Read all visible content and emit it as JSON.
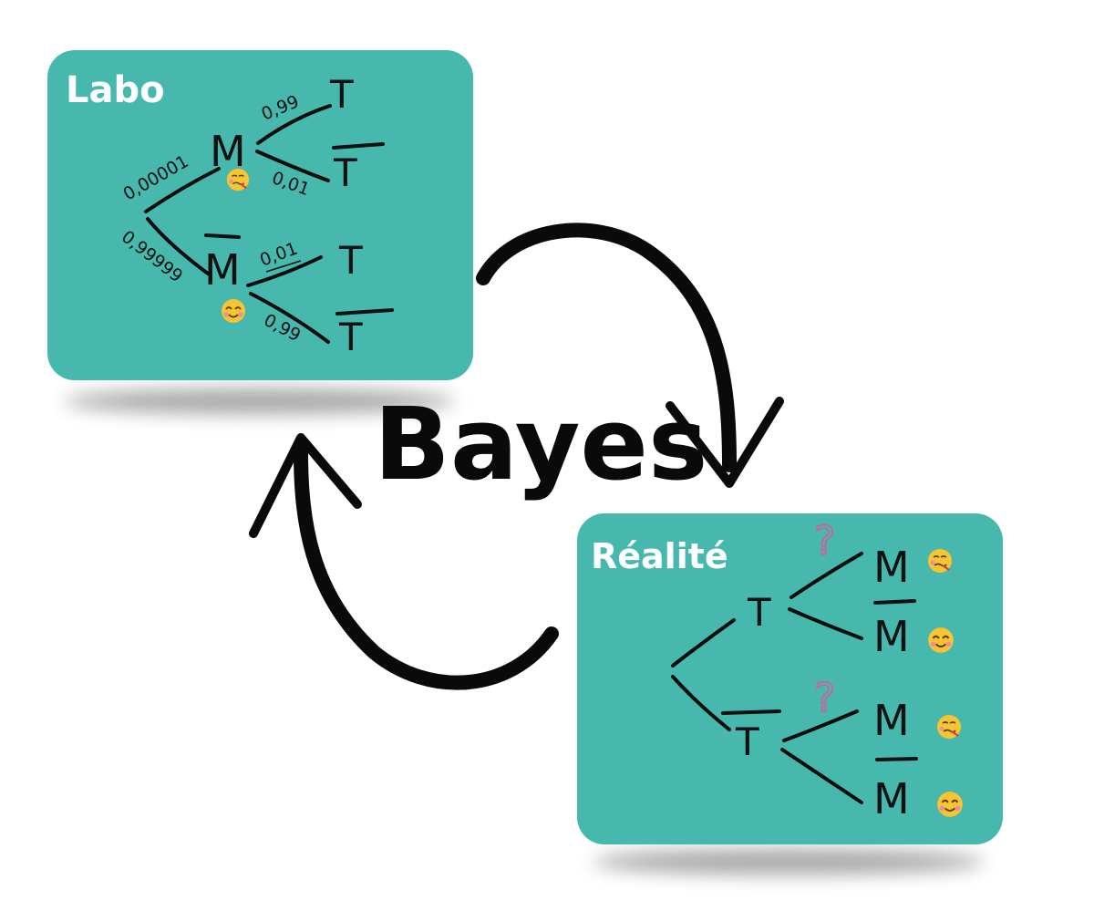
{
  "labo": {
    "title": "Labo",
    "prob_m": "0,00001",
    "prob_not_m": "0,99999",
    "prob_t_given_m": "0,99",
    "prob_not_t_given_m": "0,01",
    "prob_t_given_not_m": "0,01",
    "prob_not_t_given_not_m": "0,99",
    "node_m": "M",
    "node_not_m": "M",
    "leaf_t": "T",
    "leaf_not_t": "T"
  },
  "realite": {
    "title": "Réalité",
    "node_t": "T",
    "node_not_t": "T",
    "leaf_m": "M",
    "leaf_not_m": "M",
    "question": "?"
  },
  "center_label": "Bayes",
  "icons": {
    "sick": "sick-face-icon",
    "healthy": "smiling-face-icon"
  },
  "colors": {
    "panel": "#46b8ae",
    "text": "#111111",
    "question": "#e0569a",
    "emoji": "#f7c531"
  }
}
